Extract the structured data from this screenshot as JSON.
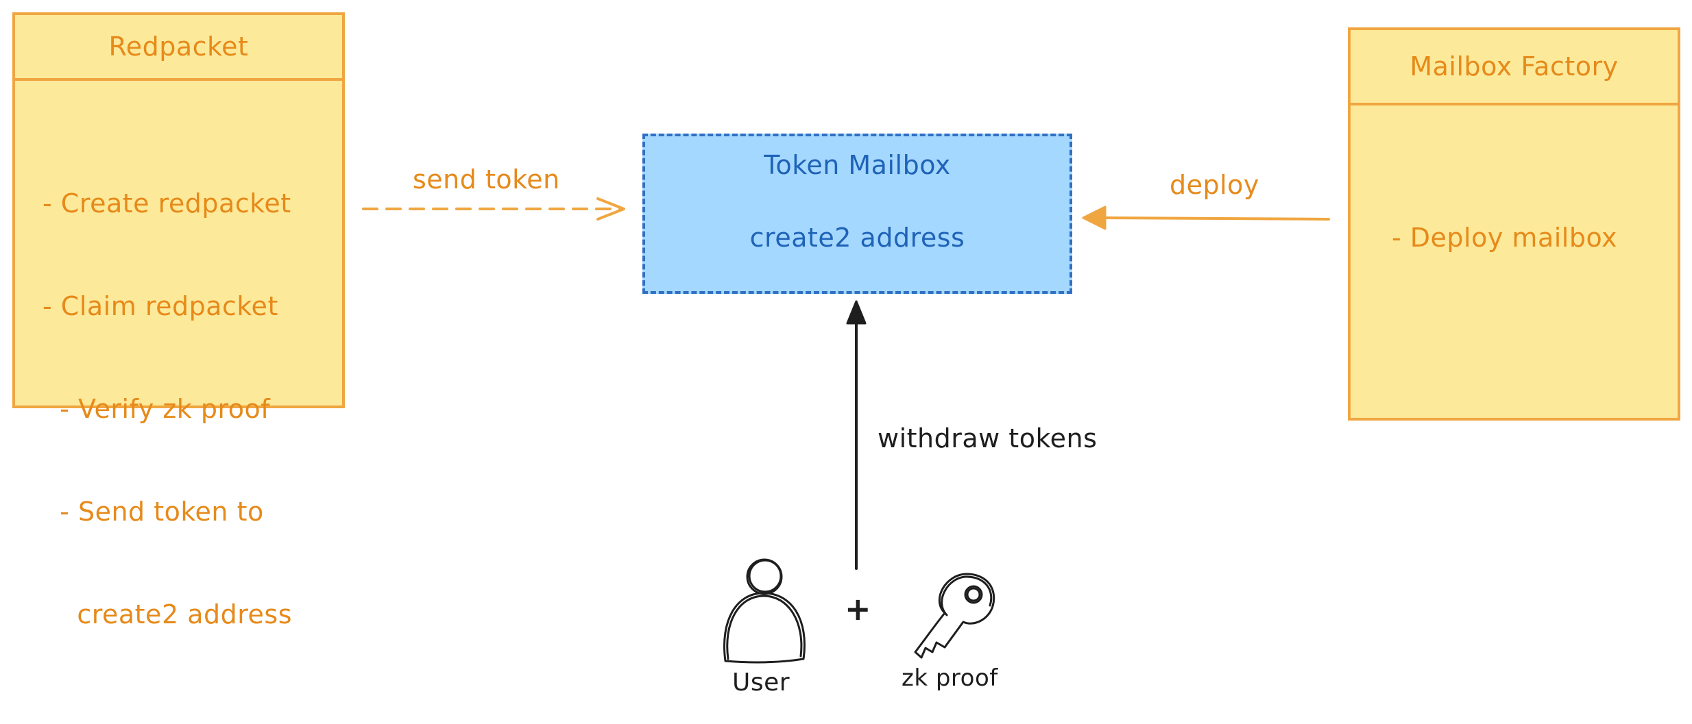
{
  "redpacket": {
    "title": "Redpacket",
    "items": [
      "- Create redpacket",
      "- Claim redpacket",
      "  - Verify zk proof",
      "  - Send token to",
      "    create2 address"
    ]
  },
  "mailbox_factory": {
    "title": "Mailbox Factory",
    "items": [
      "- Deploy mailbox"
    ]
  },
  "token_mailbox": {
    "title": "Token Mailbox",
    "subtitle": "create2 address"
  },
  "edges": {
    "send_token": "send token",
    "deploy": "deploy",
    "withdraw": "withdraw tokens"
  },
  "actors": {
    "user_label": "User",
    "plus": "+",
    "zk_label": "zk proof"
  },
  "colors": {
    "yellow_fill": "#fde99a",
    "orange_stroke": "#f0a640",
    "orange_text": "#e68a1a",
    "blue_fill": "#a5d8ff",
    "blue_stroke": "#2f6fc4",
    "dark": "#1e1e1e"
  },
  "icons": [
    "user-icon",
    "key-icon"
  ]
}
